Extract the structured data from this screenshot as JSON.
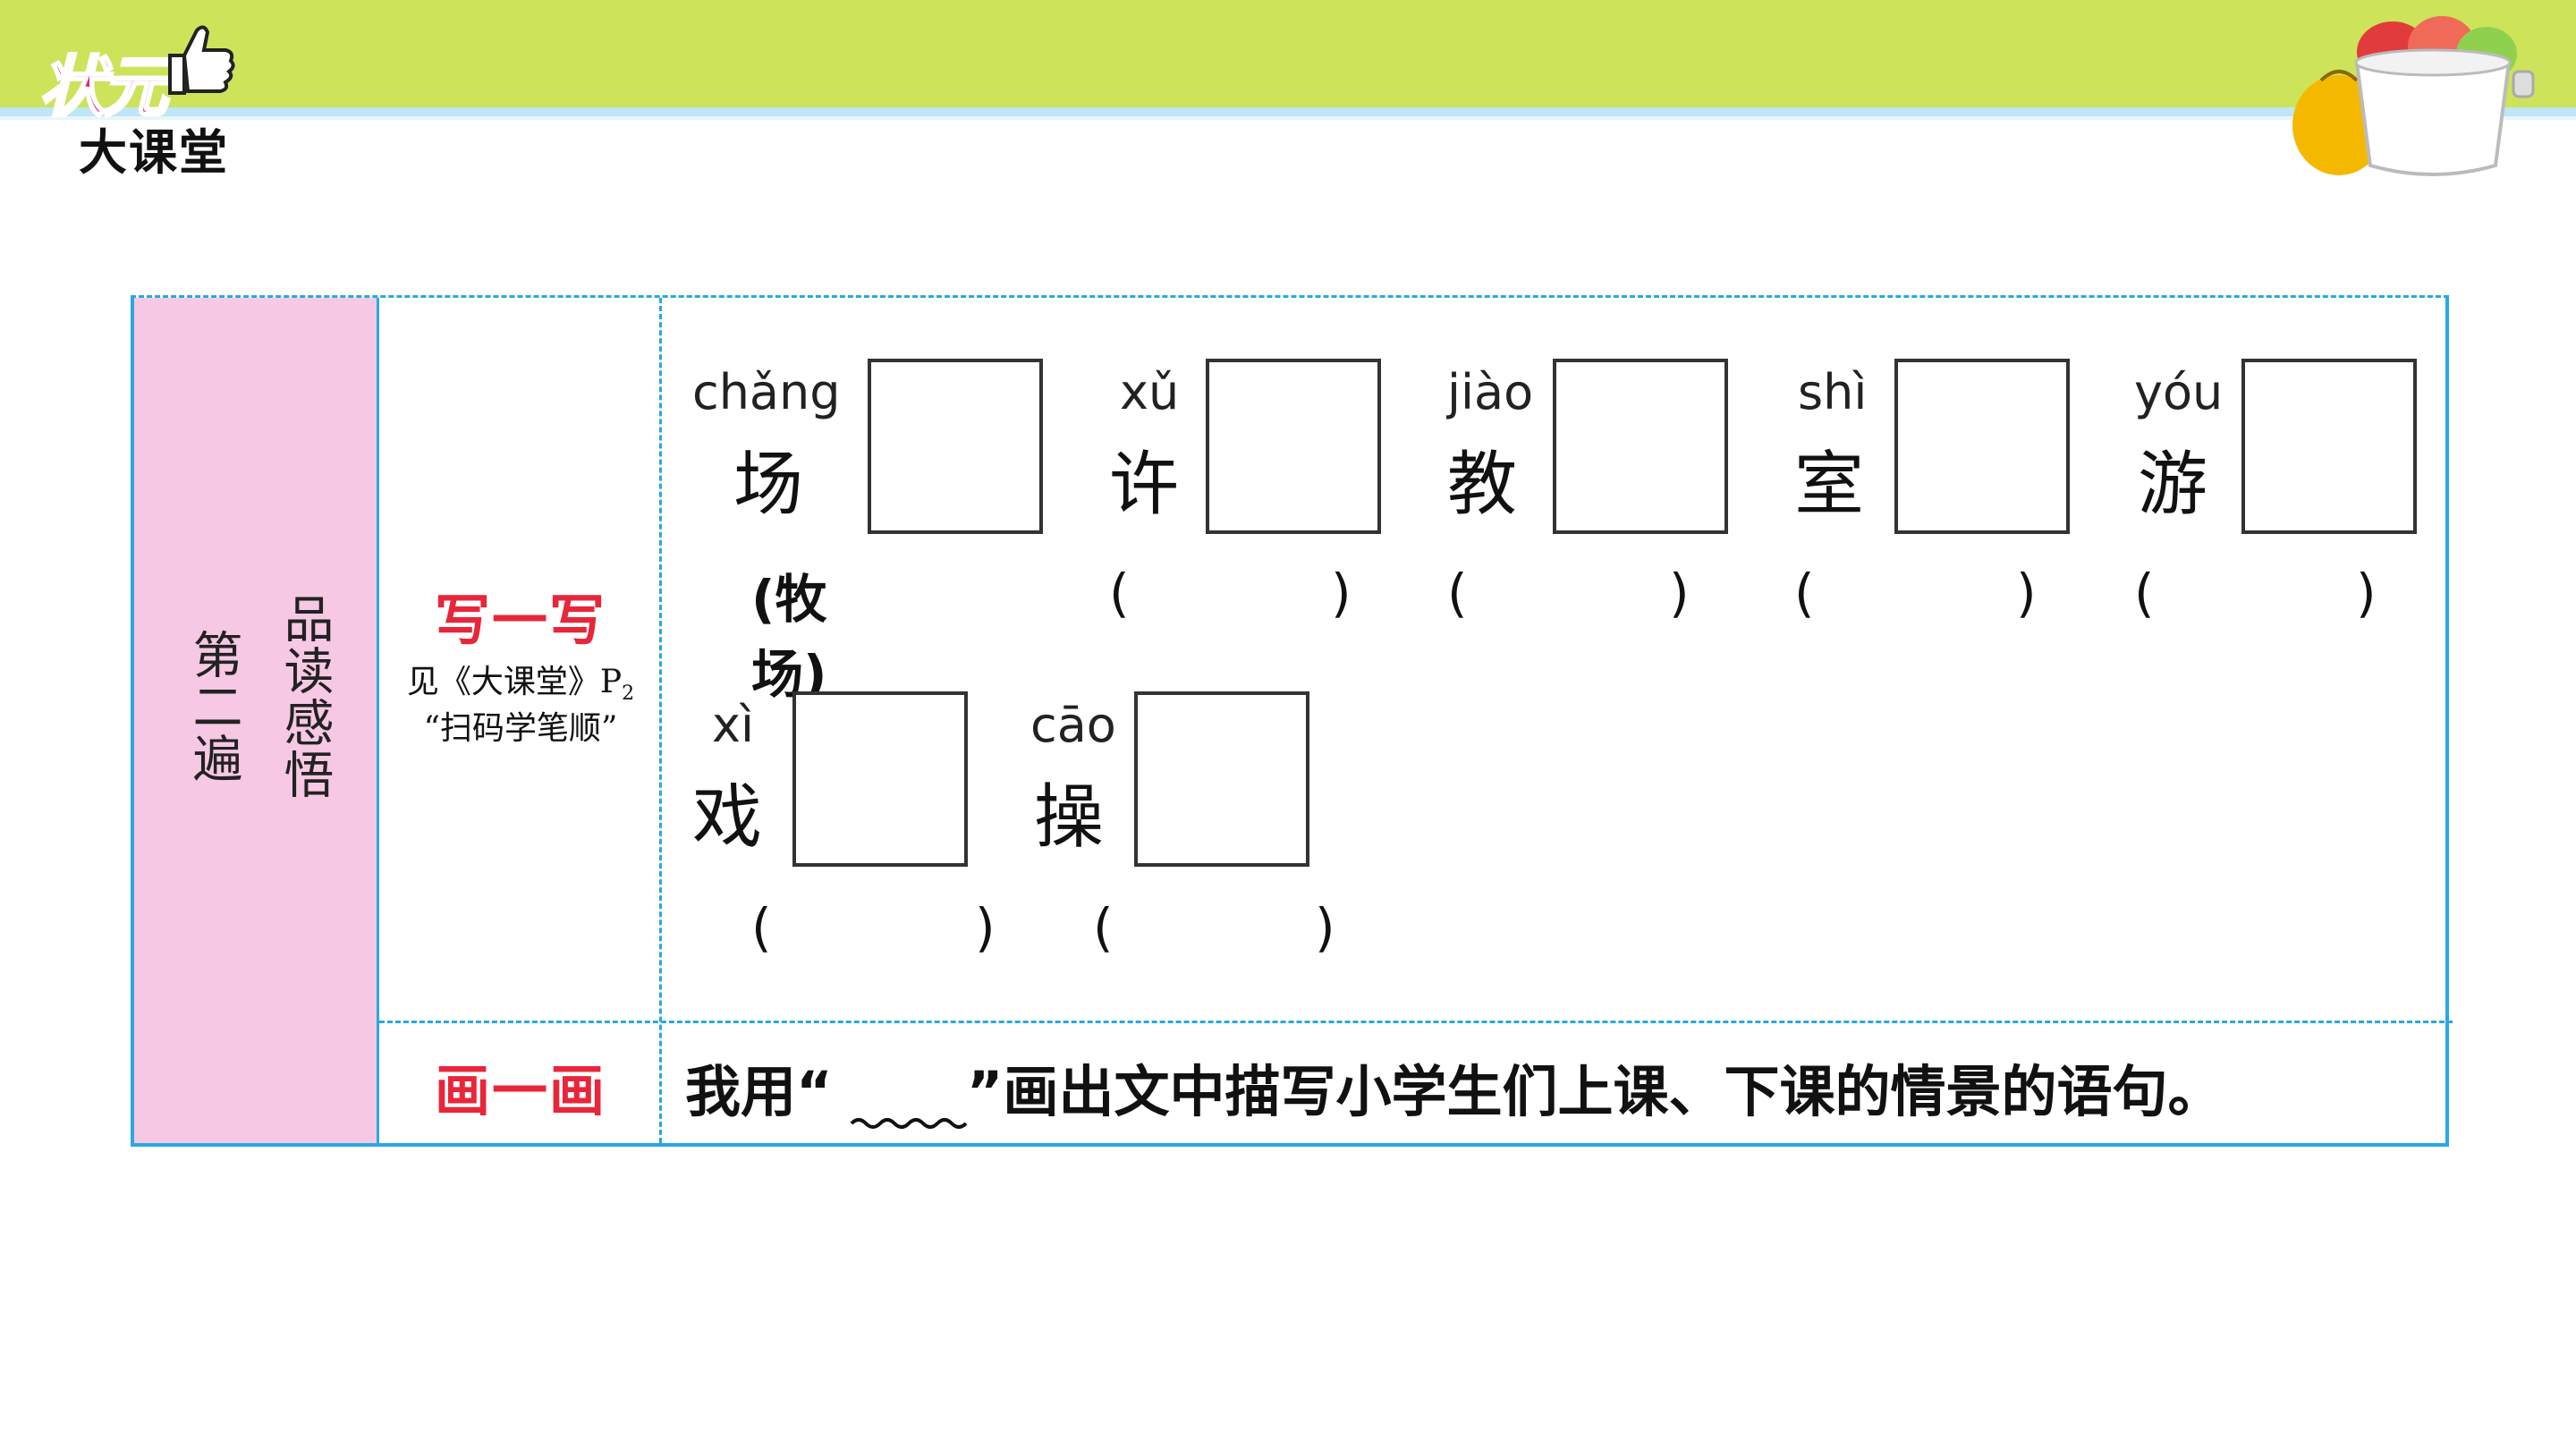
{
  "logo": {
    "top_text": "状元",
    "bottom_text": "大课堂"
  },
  "table": {
    "section_label": "第二遍",
    "section_title": "品读感悟",
    "write_label": "写一写",
    "write_note_line1": "见《大课堂》P",
    "write_note_sub": "2",
    "write_note_line2": "“扫码学笔顺”",
    "draw_label": "画一画",
    "draw_instruction_before": "我用“",
    "draw_instruction_after": "”画出文中描写小学生们上课、下课的情景的语句。",
    "items": [
      {
        "pinyin": "chǎng",
        "char": "场",
        "answer": "(牧场)"
      },
      {
        "pinyin": "xǔ",
        "char": "许",
        "answer": ""
      },
      {
        "pinyin": "jiào",
        "char": "教",
        "answer": ""
      },
      {
        "pinyin": "shì",
        "char": "室",
        "answer": ""
      },
      {
        "pinyin": "yóu",
        "char": "游",
        "answer": ""
      },
      {
        "pinyin": "xì",
        "char": "戏",
        "answer": ""
      },
      {
        "pinyin": "cāo",
        "char": "操",
        "answer": ""
      }
    ],
    "paren_open": "(",
    "paren_close": ")"
  },
  "colors": {
    "topbar": "#cde35a",
    "border": "#2aa8e0",
    "pink": "#f6c8e4",
    "red": "#e8263a",
    "logo_pink": "#e5267e"
  }
}
